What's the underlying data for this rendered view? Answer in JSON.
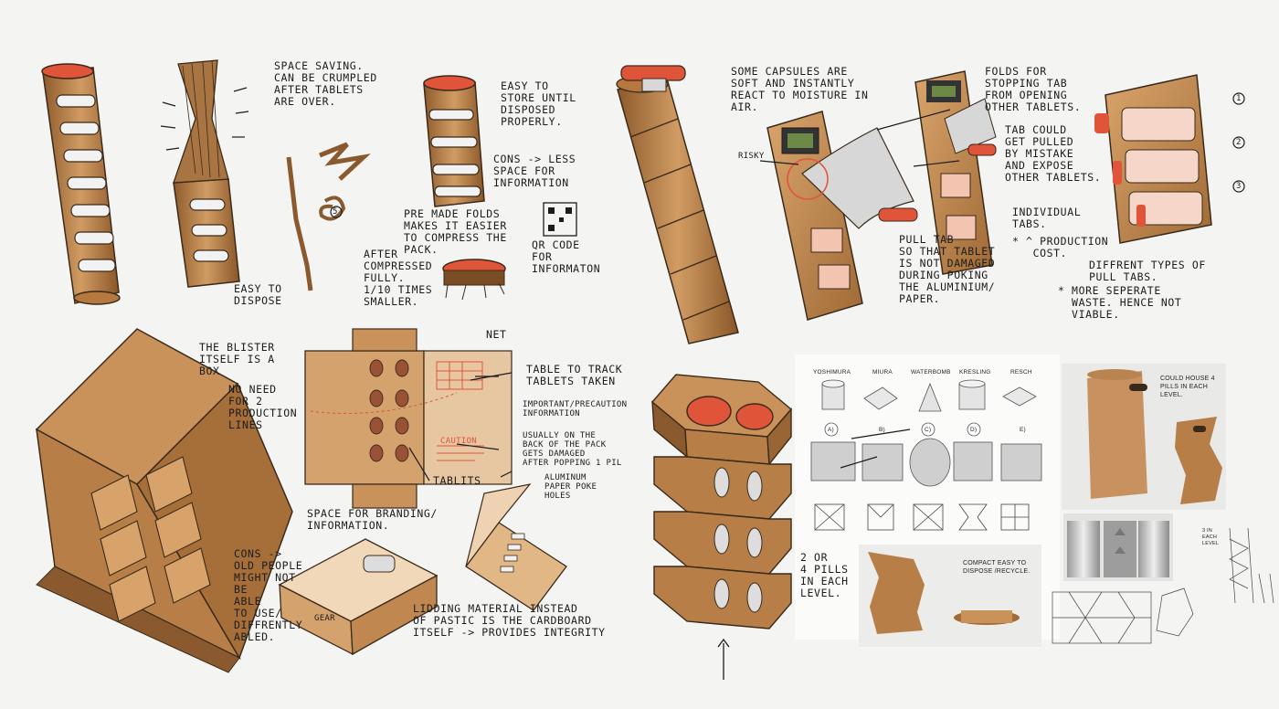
{
  "notes": {
    "space_saving": "SPACE SAVING.\nCAN BE CRUMPLED\nAFTER TABLETS\nARE OVER.",
    "easy_dispose": "EASY TO\nDISPOSE",
    "easy_store": "EASY TO\nSTORE UNTIL\nDISPOSED\nPROPERLY.",
    "cons_space": "CONS -> LESS\nSPACE FOR\nINFORMATION",
    "premade_folds": "PRE MADE FOLDS\nMAKES IT EASIER\nTO COMPRESS THE\nPACK.",
    "qr_code": "QR CODE\nFOR\nINFORMATON",
    "after_compressed": "AFTER\nCOMPRESSED\nFULLY.\n1/10 TIMES\nSMALLER.",
    "capsules": "SOME CAPSULES ARE\nSOFT AND INSTANTLY\nREACT TO MOISTURE IN\nAIR.",
    "folds_stopping": "FOLDS FOR\nSTOPPING TAB\nFROM OPENING\nOTHER TABLETS.",
    "risky": "RISKY",
    "tab_could": "TAB COULD\nGET PULLED\nBY MISTAKE\nAND EXPOSE\nOTHER TABLETS.",
    "individual_tabs": "INDIVIDUAL\nTABS.",
    "production_cost": "* ^ PRODUCTION\n   COST.",
    "pull_tab": "PULL TAB\nSO THAT TABLET\nIS NOT DAMAGED\nDURING POKING\nTHE ALUMINIUM/\nPAPER.",
    "different_tabs": "DIFFRENT TYPES OF\nPULL TABS.",
    "more_waste": "* MORE SEPERATE\n  WASTE. HENCE NOT\n  VIABLE.",
    "blister_box": "THE BLISTER\nITSELF IS A\nBOX",
    "no_need": "NO NEED\nFOR 2\nPRODUCTION\nLINES",
    "net": "NET",
    "table_track": "TABLE TO TRACK\nTABLETS TAKEN",
    "important_info": "IMPORTANT/PRECAUTION\nINFORMATION",
    "usually_back": "USUALLY ON THE\nBACK OF THE PACK\nGETS DAMAGED\nAFTER POPPING 1 PIL",
    "tablets": "TABLITS",
    "aluminum": "ALUMINUM\nPAPER POKE\nHOLES",
    "branding": "SPACE FOR BRANDING/\nINFORMATION.",
    "cons_old": "CONS ->\nOLD PEOPLE\nMIGHT NOT\nBE\nABLE\nTO USE/\nDIFFRENTLY\nABLED.",
    "lidding": "LIDDING MATERIAL INSTEAD\nOF PASTIC IS THE CARDBOARD\nITSELF -> PROVIDES INTEGRITY",
    "two_or_four": "2 OR\n4 PILLS\nIN EACH\nLEVEL.",
    "could_house": "COULD HOUSE 4\nPILLS IN EACH\nLEVEL.",
    "compact": "COMPACT EASY TO\nDISPOSE /RECYCLE.",
    "three_each": "3 IN\nEACH\nLEVEL",
    "circ1": "1",
    "circ2": "2",
    "circ3": "3",
    "circ5": "5",
    "caution": "CAUTION",
    "gear": "GEAR"
  },
  "fold_types": {
    "names": [
      "YOSHIMURA",
      "MIURA",
      "WATERBOMB",
      "KRESLING",
      "RESCH"
    ],
    "letters": [
      "A)",
      "B)",
      "C)",
      "D)",
      "E)"
    ]
  },
  "colors": {
    "cardboard": "#c8925a",
    "cardboard_dark": "#8a5a2e",
    "accent_red": "#e0553a",
    "ink": "#1c1c1c",
    "paper": "#f4f4f2"
  }
}
